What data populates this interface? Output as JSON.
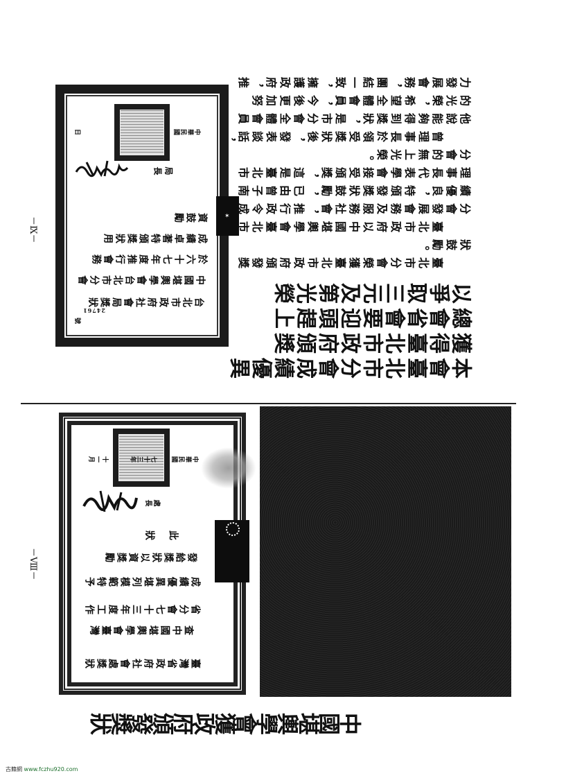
{
  "page_numbers": {
    "left_page": "－Ⅸ－",
    "right_page": "－Ⅷ－"
  },
  "article": {
    "headline": [
      "本會臺北市分會成績優異",
      "獲得臺北市政府頒獎",
      "總會省會要迎頭趕上",
      "以爭取三元及第光榮"
    ],
    "paragraphs": [
      {
        "lines": [
          "臺北市分會榮獲臺北市政府頒發獎",
          "狀鼓勵。"
        ]
      },
      {
        "lines": [
          "臺北市政府以中國堪輿學會臺北市",
          "分會發展會務及服務社會，推行政令成",
          "績優良，特頒發獎狀鼓勵，已由曾子南",
          "理事長代表學會接受頒獎，這是臺北市",
          "分會的無上光榮。"
        ]
      },
      {
        "lines": [
          "曾理事長於領受獎狀後，發表談話，",
          "他說能夠得到獎狀，是市分會全體會員",
          "的光榮，希望全體會員，今後更加努",
          "力發展會務，團結一致，擁護政府，推"
        ]
      }
    ]
  },
  "certificate_taipei": {
    "lines": [
      "台北市政府社會局獎狀",
      "中國堪輿學會台北市分會",
      "於六十七年度推行會務",
      "成績卓著特頒獎狀用",
      "資鼓勵"
    ],
    "signer_title": "局長",
    "date_prefix": "中華民國",
    "date_suffix": "日",
    "serial_number": "24761",
    "serial_suffix": "號"
  },
  "section_title": "中國堪輿學會獲政府頒發獎狀",
  "certificate_province": {
    "lines": [
      "臺灣省政府社會處獎狀",
      "查中國堪輿學會臺灣",
      "省分會七十三年度工作",
      "成績優異堪列模範特予",
      "發給獎狀以資獎勵"
    ],
    "closing": "此狀",
    "signer_title": "處長",
    "signature": "趙守博",
    "date_prefix": "中華民國",
    "date_year": "七十三年",
    "date_month": "十一月"
  },
  "watermark": {
    "site_name": "古籍網",
    "url": "www.fczhu920.com"
  }
}
